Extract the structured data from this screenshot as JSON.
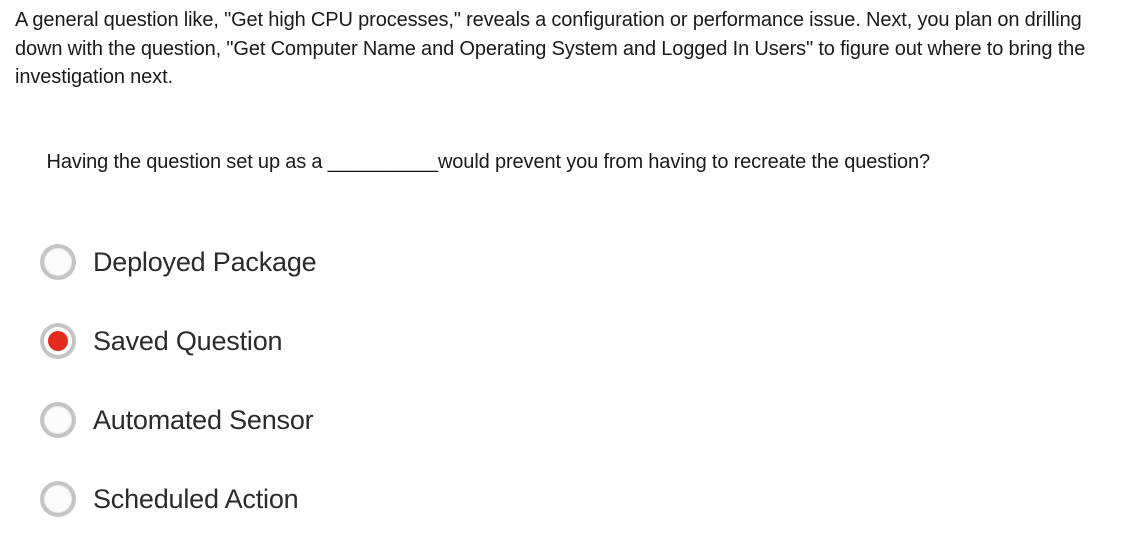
{
  "question": {
    "paragraph_1": "A general question like, \"Get high CPU processes,\" reveals a configuration or performance issue. Next, you plan on drilling down with the question, \"Get Computer Name and Operating System and Logged In Users\" to figure out where to bring the investigation next.",
    "paragraph_2_before_blank": "Having the question set up as a ",
    "blank": "__________",
    "paragraph_2_after_blank": "would prevent you from having to recreate the question?"
  },
  "options": [
    {
      "label": "Deployed Package",
      "selected": false,
      "icon": "radio-unchecked-icon"
    },
    {
      "label": "Saved Question",
      "selected": true,
      "icon": "radio-checked-icon"
    },
    {
      "label": "Automated Sensor",
      "selected": false,
      "icon": "radio-unchecked-icon"
    },
    {
      "label": "Scheduled Action",
      "selected": false,
      "icon": "radio-unchecked-icon"
    }
  ],
  "colors": {
    "background": "#ffffff",
    "stem_text": "#1a1a1a",
    "option_text": "#2b2b2b",
    "radio_ring": "#c4c4c4",
    "radio_selected_dot": "#e32b1e"
  }
}
